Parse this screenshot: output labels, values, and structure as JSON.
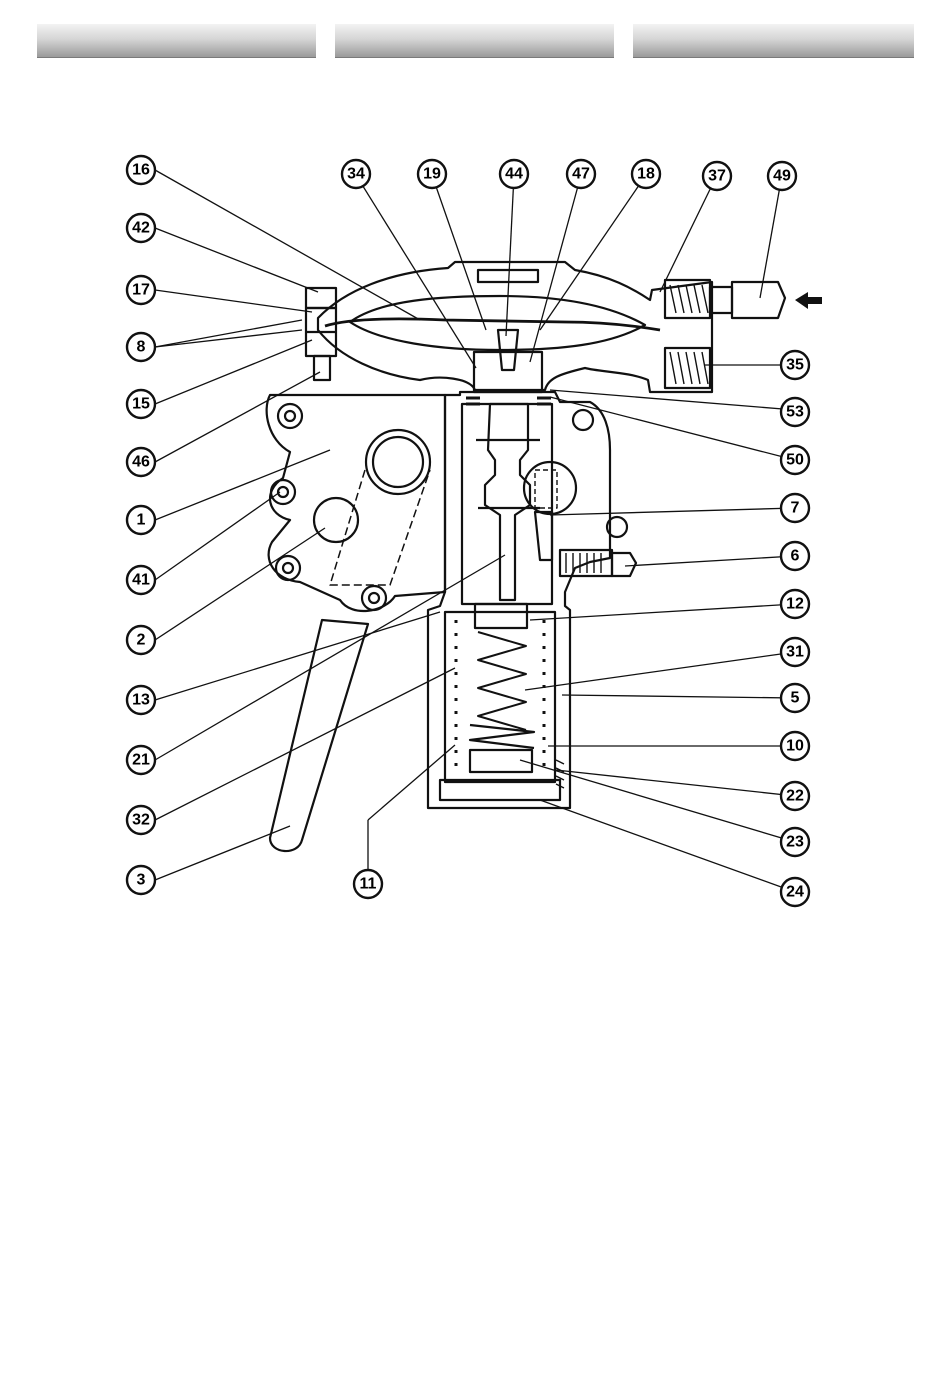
{
  "header": {
    "tabs": [
      {
        "label": ""
      },
      {
        "label": ""
      },
      {
        "label": ""
      }
    ]
  },
  "diagram": {
    "callouts": {
      "c16": "16",
      "c42": "42",
      "c17": "17",
      "c8": "8",
      "c15": "15",
      "c46": "46",
      "c1": "1",
      "c41": "41",
      "c2": "2",
      "c13": "13",
      "c21": "21",
      "c32": "32",
      "c3": "3",
      "c34": "34",
      "c19": "19",
      "c44": "44",
      "c47": "47",
      "c18": "18",
      "c37": "37",
      "c49": "49",
      "c11": "11",
      "c35": "35",
      "c53": "53",
      "c50": "50",
      "c7": "7",
      "c6": "6",
      "c12": "12",
      "c31": "31",
      "c5": "5",
      "c10": "10",
      "c22": "22",
      "c23": "23",
      "c24": "24"
    }
  }
}
